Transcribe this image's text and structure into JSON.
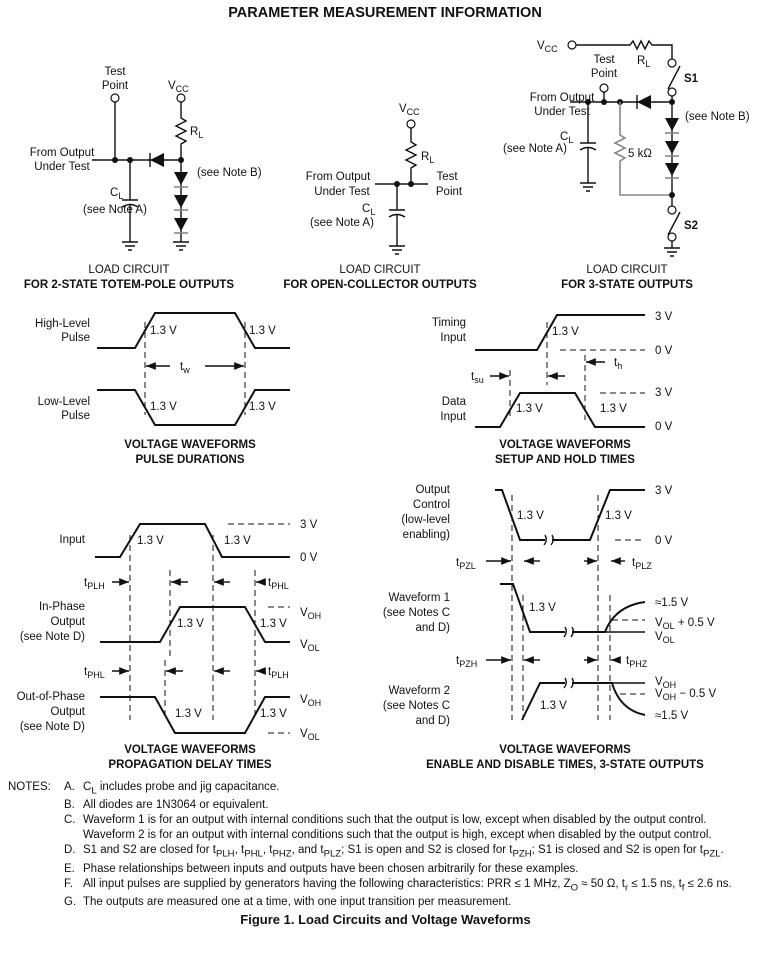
{
  "title": "PARAMETER MEASUREMENT INFORMATION",
  "circuit1": {
    "test_point": [
      "Test",
      "Point"
    ],
    "vcc": [
      "V",
      "CC"
    ],
    "rl": [
      "R",
      "L"
    ],
    "from_output": [
      "From Output",
      "Under Test"
    ],
    "cl": [
      "C",
      "L"
    ],
    "see_note_a": "(see Note A)",
    "see_note_b": "(see Note B)",
    "caption": [
      "LOAD CIRCUIT",
      "FOR 2-STATE TOTEM-POLE OUTPUTS"
    ]
  },
  "circuit2": {
    "vcc": [
      "V",
      "CC"
    ],
    "rl": [
      "R",
      "L"
    ],
    "from_output": [
      "From Output",
      "Under Test"
    ],
    "test_point": [
      "Test",
      "Point"
    ],
    "cl": [
      "C",
      "L"
    ],
    "see_note_a": "(see Note A)",
    "caption": [
      "LOAD CIRCUIT",
      "FOR OPEN-COLLECTOR OUTPUTS"
    ]
  },
  "circuit3": {
    "vcc": [
      "V",
      "CC"
    ],
    "rl": [
      "R",
      "L"
    ],
    "test_point": [
      "Test",
      "Point"
    ],
    "s1": "S1",
    "s2": "S2",
    "from_output": [
      "From Output",
      "Under Test"
    ],
    "cl": [
      "C",
      "L"
    ],
    "see_note_a": "(see Note A)",
    "see_note_b": "(see Note B)",
    "r5k": "5 kΩ",
    "caption": [
      "LOAD CIRCUIT",
      "FOR 3-STATE OUTPUTS"
    ]
  },
  "pulse": {
    "high_label": [
      "High-Level",
      "Pulse"
    ],
    "low_label": [
      "Low-Level",
      "Pulse"
    ],
    "v13": "1.3 V",
    "tw": [
      "t",
      "w"
    ],
    "caption": [
      "VOLTAGE WAVEFORMS",
      "PULSE DURATIONS"
    ]
  },
  "setup": {
    "timing_label": [
      "Timing",
      "Input"
    ],
    "data_label": [
      "Data",
      "Input"
    ],
    "v3": "3 V",
    "v0": "0 V",
    "v13": "1.3 V",
    "th": [
      "t",
      "h"
    ],
    "tsu": [
      "t",
      "su"
    ],
    "caption": [
      "VOLTAGE WAVEFORMS",
      "SETUP AND HOLD TIMES"
    ]
  },
  "prop": {
    "input_label": "Input",
    "inphase_label": [
      "In-Phase",
      "Output",
      "(see Note D)"
    ],
    "outphase_label": [
      "Out-of-Phase",
      "Output",
      "(see Note D)"
    ],
    "v3": "3 V",
    "v0": "0 V",
    "v13": "1.3 V",
    "voh": [
      "V",
      "OH"
    ],
    "vol": [
      "V",
      "OL"
    ],
    "tplh": [
      "t",
      "PLH"
    ],
    "tphl": [
      "t",
      "PHL"
    ],
    "caption": [
      "VOLTAGE WAVEFORMS",
      "PROPAGATION DELAY TIMES"
    ]
  },
  "enable": {
    "oc_label": [
      "Output",
      "Control",
      "(low-level",
      "enabling)"
    ],
    "wf1_label": [
      "Waveform 1",
      "(see Notes C",
      "and D)"
    ],
    "wf2_label": [
      "Waveform 2",
      "(see Notes C",
      "and D)"
    ],
    "v3": "3 V",
    "v0": "0 V",
    "v13": "1.3 V",
    "tpzl": [
      "t",
      "PZL"
    ],
    "tplz": [
      "t",
      "PLZ"
    ],
    "tpzh": [
      "t",
      "PZH"
    ],
    "tphz": [
      "t",
      "PHZ"
    ],
    "approx15": "≈1.5 V",
    "vol05": [
      "V",
      "OL",
      " + 0.5 V"
    ],
    "vol": [
      "V",
      "OL"
    ],
    "voh": [
      "V",
      "OH"
    ],
    "voh05": [
      "V",
      "OH",
      " − 0.5 V"
    ],
    "caption": [
      "VOLTAGE WAVEFORMS",
      "ENABLE AND DISABLE TIMES, 3-STATE OUTPUTS"
    ]
  },
  "notes": {
    "heading": "NOTES:",
    "items": [
      {
        "letter": "A.",
        "lines": [
          [
            "C",
            "L",
            " includes probe and jig capacitance."
          ]
        ]
      },
      {
        "letter": "B.",
        "lines": [
          [
            "All diodes are 1N3064 or equivalent."
          ]
        ]
      },
      {
        "letter": "C.",
        "lines": [
          [
            "Waveform 1 is for an output with internal conditions such that the output is low, except when disabled by the output control."
          ],
          [
            "Waveform 2 is for an output with internal conditions such that the output is high, except when disabled by the output control."
          ]
        ]
      },
      {
        "letter": "D.",
        "lines": [
          [
            "S1 and S2 are closed for t",
            "PLH",
            ", t",
            "PHL",
            ", t",
            "PHZ",
            ", and t",
            "PLZ",
            "; S1 is open and S2 is closed for t",
            "PZH",
            "; S1 is closed and S2 is open for t",
            "PZL",
            "."
          ]
        ]
      },
      {
        "letter": "E.",
        "lines": [
          [
            "Phase relationships between inputs and outputs have been chosen arbitrarily for these examples."
          ]
        ]
      },
      {
        "letter": "F.",
        "lines": [
          [
            "All input pulses are supplied by generators having the following characteristics: PRR ≤ 1 MHz, Z",
            "O",
            " ≈ 50 Ω, t",
            "r",
            " ≤ 1.5 ns, t",
            "f",
            " ≤ 2.6 ns."
          ]
        ]
      },
      {
        "letter": "G.",
        "lines": [
          [
            "The outputs are measured one at a time, with one input transition per measurement."
          ]
        ]
      }
    ]
  },
  "figure_caption": "Figure 1. Load Circuits and Voltage Waveforms"
}
